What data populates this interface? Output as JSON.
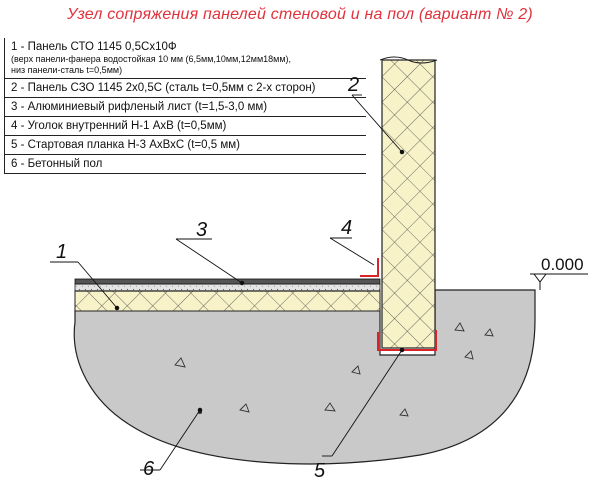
{
  "title": "Узел сопряжения панелей стеновой и на пол (вариант № 2)",
  "legend": [
    {
      "text": "1 - Панель СТО 1145 0,5Сх10Ф",
      "note": "(верх панели-фанера водостойкая  10 мм (6,5мм,10мм,12мм18мм),\nниз панели-сталь t=0,5мм)"
    },
    {
      "text": "2 - Панель СЗО 1145 2х0,5С (сталь t=0,5мм с 2-х сторон)"
    },
    {
      "text": "3 - Алюминиевый рифленый лист (t=1,5-3,0 мм)"
    },
    {
      "text": "4 - Уголок внутренний Н-1 АхВ  (t=0,5мм)"
    },
    {
      "text": "5 - Стартовая планка Н-3 АхВхС (t=0,5 мм)"
    },
    {
      "text": "6 - Бетонный пол"
    }
  ],
  "callouts": {
    "c1": "1",
    "c2": "2",
    "c3": "3",
    "c4": "4",
    "c5": "5",
    "c6": "6"
  },
  "level_mark": "0.000",
  "colors": {
    "title": "#e0323c",
    "panel_fill": "#f7f2c8",
    "concrete": "#c9c9c9",
    "red_profile": "#d8232a",
    "lines": "#222222"
  }
}
